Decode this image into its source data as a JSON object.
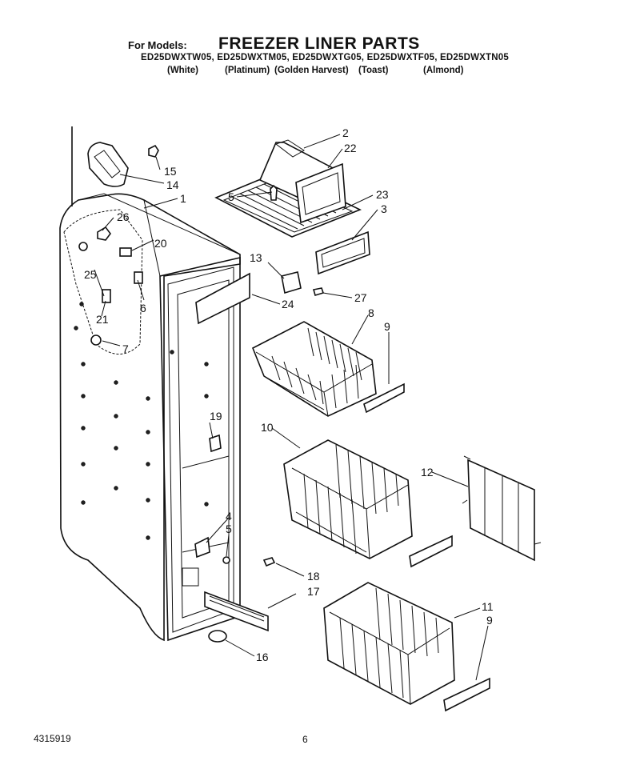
{
  "header": {
    "for_models": "For Models:",
    "title": "FREEZER LINER PARTS",
    "models": "ED25DWXTW05, ED25DWXTM05, ED25DWXTG05, ED25DWXTF05, ED25DWXTN05",
    "colors": [
      "(White)",
      "(Platinum)",
      "(Golden Harvest)",
      "(Toast)",
      "(Almond)"
    ]
  },
  "callouts": {
    "c2": "2",
    "c22": "22",
    "c23": "23",
    "c5a": "5",
    "c3": "3",
    "c15": "15",
    "c14": "14",
    "c1": "1",
    "c26": "26",
    "c20": "20",
    "c25": "25",
    "c6": "6",
    "c21": "21",
    "c7": "7",
    "c13": "13",
    "c27": "27",
    "c24": "24",
    "c8": "8",
    "c9a": "9",
    "c10": "10",
    "c19": "19",
    "c12": "12",
    "c4": "4",
    "c5b": "5",
    "c18": "18",
    "c17": "17",
    "c11": "11",
    "c9b": "9",
    "c16": "16"
  },
  "footer": {
    "doc_number": "4315919",
    "page_number": "6"
  }
}
